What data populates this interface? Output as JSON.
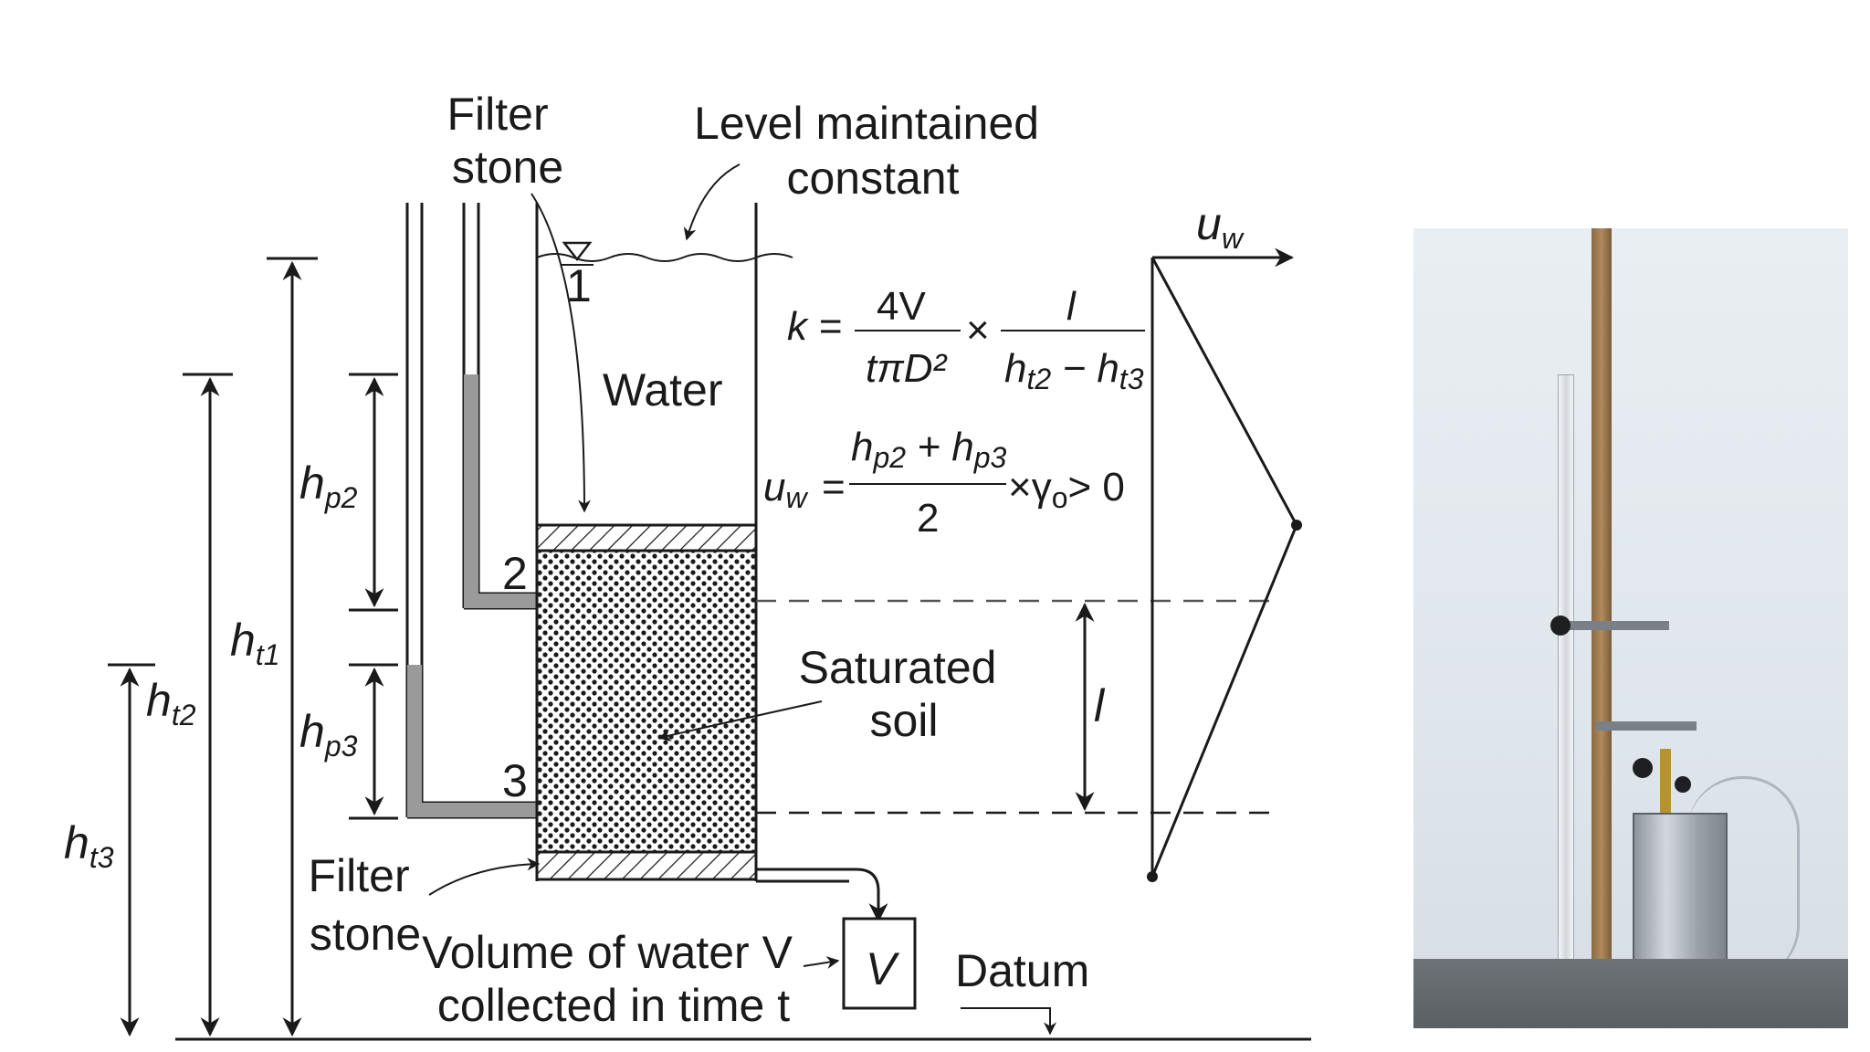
{
  "labels": {
    "filter_stone_top": [
      "Filter",
      "stone"
    ],
    "level_maintained": [
      "Level maintained",
      "constant"
    ],
    "water": "Water",
    "saturated_soil": [
      "Saturated",
      "soil"
    ],
    "filter_stone_bottom": [
      "Filter",
      "stone"
    ],
    "volume_collected": [
      "Volume of water V",
      "collected in time t"
    ],
    "volume_symbol": "V",
    "datum": "Datum",
    "point_1": "1",
    "point_2": "2",
    "point_3": "3",
    "l_symbol": "l"
  },
  "heads": {
    "ht1": {
      "main": "h",
      "sub": "t1"
    },
    "ht2": {
      "main": "h",
      "sub": "t2"
    },
    "ht3": {
      "main": "h",
      "sub": "t3"
    },
    "hp2": {
      "main": "h",
      "sub": "p2"
    },
    "hp3": {
      "main": "h",
      "sub": "p3"
    }
  },
  "equations": {
    "k_lhs": "k =",
    "k_num1": "4V",
    "k_den1": "tπD²",
    "times": "×",
    "k_num2": "l",
    "k_den2": "h",
    "k_den2_sub_a": "t2",
    "k_den2_minus": " − h",
    "k_den2_sub_b": "t3",
    "uw_lhs": "u",
    "uw_lhs_sub": "w",
    "uw_eq": "=",
    "uw_num": "h",
    "uw_num_sub_a": "p2",
    "uw_num_plus": " + h",
    "uw_num_sub_b": "p3",
    "uw_den": "2",
    "uw_rhs": "×γ",
    "uw_rhs_sub": "o",
    "uw_gt": "> 0"
  },
  "pressure_axis": {
    "main": "u",
    "sub": "w"
  }
}
